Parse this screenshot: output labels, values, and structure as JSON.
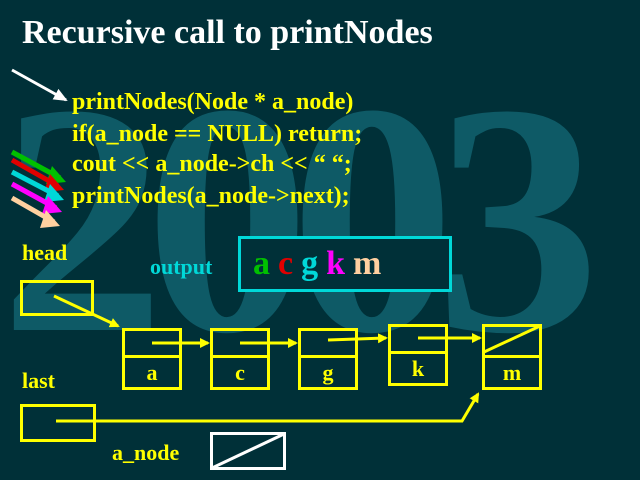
{
  "background_text": "2003",
  "title": "Recursive call to printNodes",
  "code_lines": [
    "printNodes(Node * a_node)",
    "if(a_node == NULL) return;",
    "cout << a_node->ch << “ “;",
    "printNodes(a_node->next);"
  ],
  "labels": {
    "head": "head",
    "last": "last",
    "output": "output",
    "a_node": "a_node"
  },
  "output_chars": [
    {
      "char": "a",
      "color": "#00c000"
    },
    {
      "char": "c",
      "color": "#e00000"
    },
    {
      "char": "g",
      "color": "#00d8d8"
    },
    {
      "char": "k",
      "color": "#ff00ff"
    },
    {
      "char": "m",
      "color": "#ffd0a0"
    }
  ],
  "nodes": [
    {
      "value": "a"
    },
    {
      "value": "c"
    },
    {
      "value": "g"
    },
    {
      "value": "k"
    },
    {
      "value": "m"
    }
  ],
  "colors": {
    "background": "#003038",
    "accent": "#ffff00",
    "output_border": "#00d8d8",
    "recursion_arrows": [
      "#ffffff",
      "#00c000",
      "#e00000",
      "#00d8d8",
      "#ff00ff",
      "#ffd0a0"
    ]
  }
}
